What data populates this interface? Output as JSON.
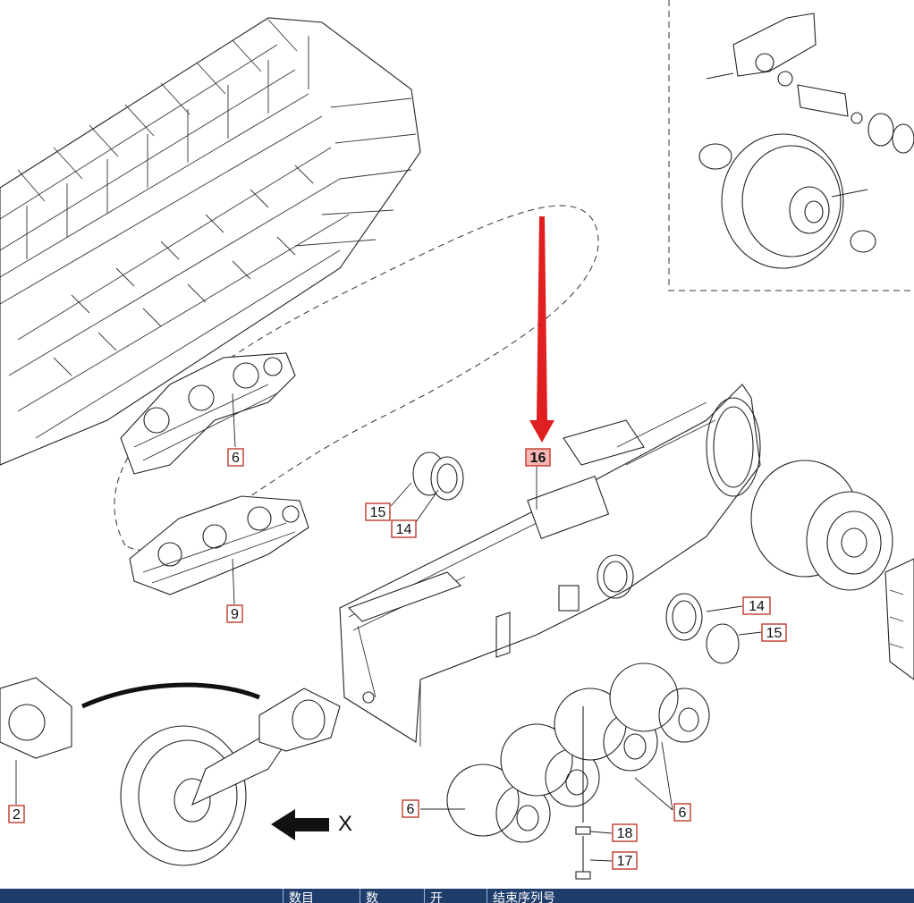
{
  "diagram": {
    "callouts": [
      {
        "id": "c6a",
        "label": "6"
      },
      {
        "id": "c9",
        "label": "9"
      },
      {
        "id": "c16",
        "label": "16",
        "highlighted": true
      },
      {
        "id": "c15a",
        "label": "15"
      },
      {
        "id": "c14a",
        "label": "14"
      },
      {
        "id": "c14b",
        "label": "14"
      },
      {
        "id": "c15b",
        "label": "15"
      },
      {
        "id": "c2",
        "label": "2"
      },
      {
        "id": "c6b",
        "label": "6"
      },
      {
        "id": "c6c",
        "label": "6"
      },
      {
        "id": "c18",
        "label": "18"
      },
      {
        "id": "c17",
        "label": "17"
      }
    ],
    "direction_label": "X",
    "arrow_color": "#e02020",
    "callout_border_color": "#c0392b",
    "callout_highlight_fill": "#f6b7b4"
  },
  "table_header": {
    "background": "#1f3d6b",
    "columns": [
      "",
      "数目",
      "数",
      "开",
      "结束序列号"
    ]
  }
}
